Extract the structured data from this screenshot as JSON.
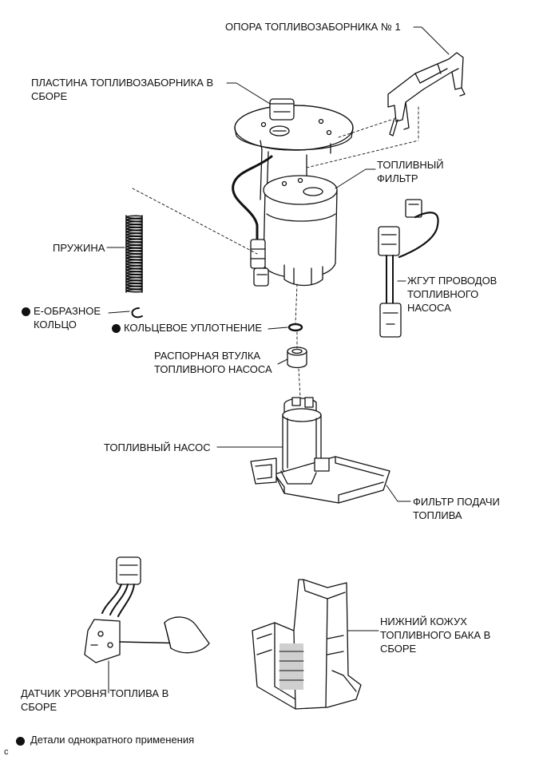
{
  "labels": {
    "bracket": "ОПОРА ТОПЛИВОЗАБОРНИКА № 1",
    "plate": "ПЛАСТИНА ТОПЛИВОЗАБОРНИКА В\nСБОРЕ",
    "filter": "ТОПЛИВНЫЙ\nФИЛЬТР",
    "spring": "ПРУЖИНА",
    "harness": "ЖГУТ ПРОВОДОВ\nТОПЛИВНОГО\nНАСОСА",
    "e_ring": "Е-ОБРАЗНОЕ\nКОЛЬЦО",
    "o_ring": "КОЛЬЦЕВОЕ УПЛОТНЕНИЕ",
    "spacer": "РАСПОРНАЯ ВТУЛКА\nТОПЛИВНОГО НАСОСА",
    "pump": "ТОПЛИВНЫЙ НАСОС",
    "strainer": "ФИЛЬТР ПОДАЧИ\nТОПЛИВА",
    "sender": "ДАТЧИК УРОВНЯ ТОПЛИВА В\nСБОРЕ",
    "case": "НИЖНИЙ КОЖУХ\nТОПЛИВНОГО БАКА В\nСБОРЕ"
  },
  "legend": {
    "text": "Детали однократного применения",
    "symbol": "filled-circle"
  },
  "corner_code": "c",
  "colors": {
    "ink": "#111111",
    "paper": "#ffffff",
    "shade": "#bdbdbd"
  }
}
